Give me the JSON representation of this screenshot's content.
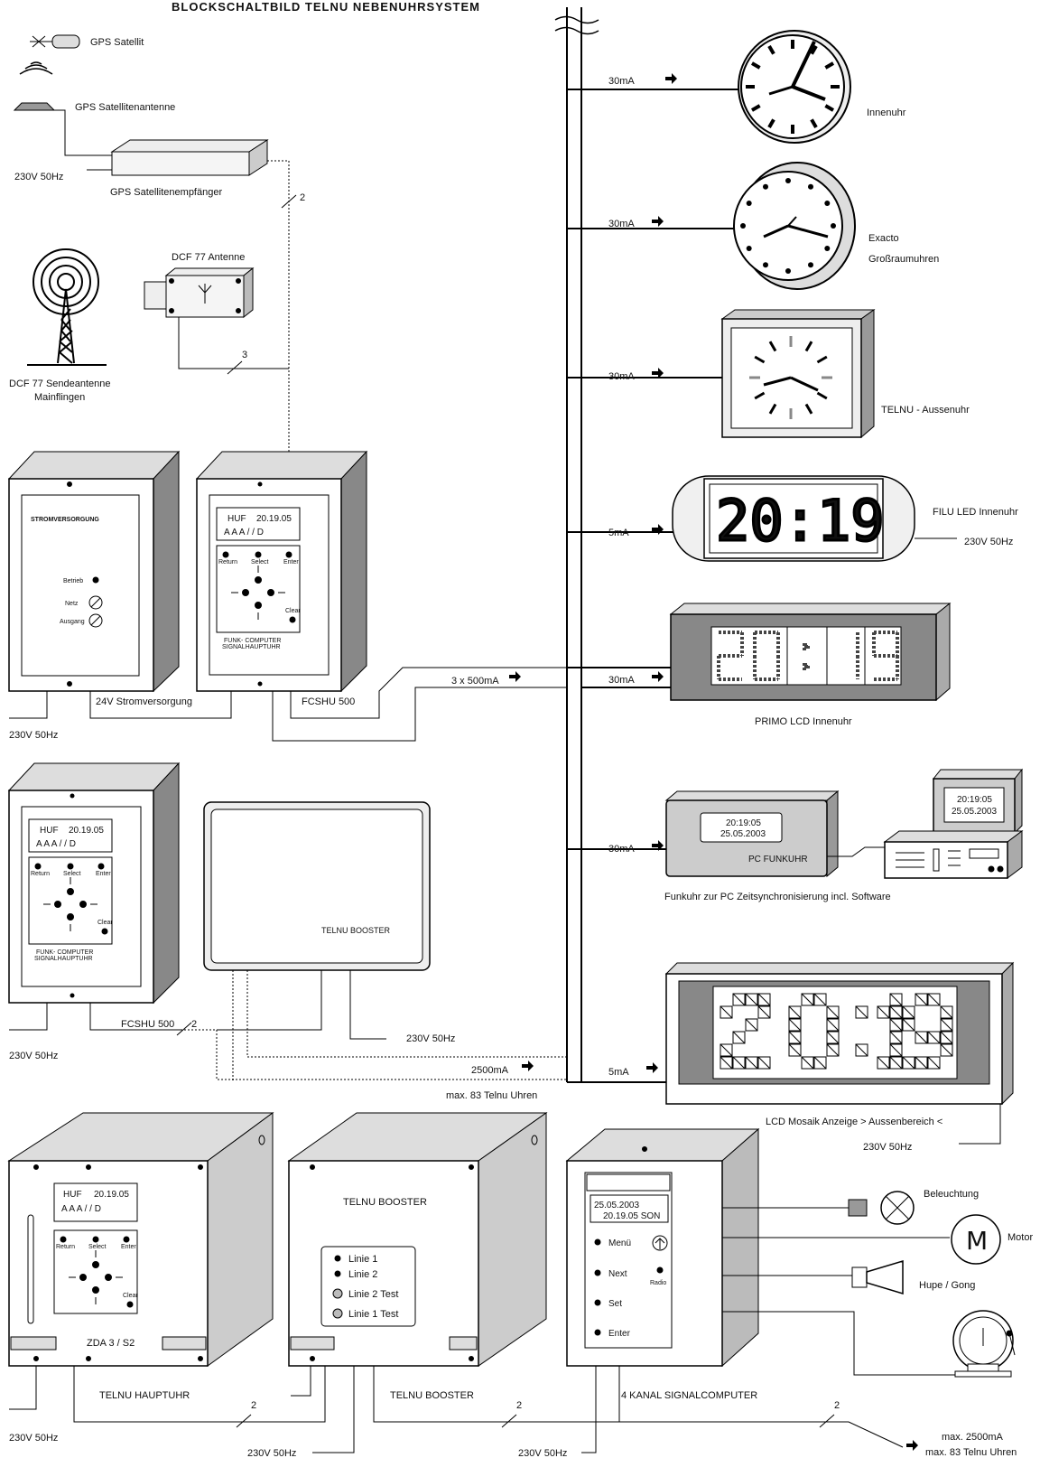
{
  "title": "BLOCKSCHALTBILD  TELNU  NEBENUHRSYSTEM",
  "labels": {
    "gps_satellit": "GPS Satellit",
    "gps_antenne": "GPS Satellitenantenne",
    "gps_empfaenger": "GPS Satellitenempfänger",
    "v230_1": "230V 50Hz",
    "dcf_antenne": "DCF 77  Antenne",
    "dcf_sende_1": "DCF 77 Sendeantenne",
    "dcf_sende_2": "Mainflingen",
    "wire_2": "2",
    "wire_3": "3",
    "innenuhr": "Innenuhr",
    "exacto": "Exacto",
    "grossraum": "Großraumuhren",
    "aussenuhr": "TELNU - Aussenuhr",
    "filu": "FILU LED Innenuhr",
    "filu_230": "230V 50Hz",
    "primo": "PRIMO LCD Innenuhr",
    "pc_funkuhr": "PC FUNKUHR",
    "funkuhr_pc": "Funkuhr zur PC Zeitsynchronisierung incl. Software",
    "lcd_mosaik": "LCD Mosaik Anzeige > Aussenbereich <",
    "lcd_230": "230V 50Hz",
    "strom_title": "STROMVERSORGUNG",
    "betrieb": "Betrieb",
    "netz": "Netz",
    "ausgang": "Ausgang",
    "stromv": "24V Stromversorgung",
    "fcshu1": "FCSHU 500",
    "v230_2": "230V 50Hz",
    "fcshu2": "FCSHU 500",
    "wire_2b": "2",
    "booster_small": "TELNU BOOSTER",
    "v230_3": "230V 50Hz",
    "v230_4": "230V 50Hz",
    "max83": "max. 83 Telnu Uhren",
    "ma30_1": "30mA",
    "ma30_2": "30mA",
    "ma30_3": "30mA",
    "ma5_1": "5mA",
    "ma30_4": "30mA",
    "ma30_5": "30mA",
    "ma5_2": "5mA",
    "ma3x500": "3 x 500mA",
    "ma2500": "2500mA",
    "huf": "HUF",
    "time_huf": "20.19.05",
    "aaa": "A A A  /  /  D",
    "return": "Return",
    "select": "Select",
    "enter": "Enter",
    "clear": "Clear",
    "funk1": "FUNK- COMPUTER",
    "funk2": "SIGNALHAUPTUHR",
    "zda": "ZDA 3 / S2",
    "booster_big": "TELNU  BOOSTER",
    "linie1": "Linie 1",
    "linie2": "Linie 2",
    "linie2t": "Linie 2 Test",
    "linie1t": "Linie 1 Test",
    "sc_date": "25.05.2003",
    "sc_time": "20.19.05 SON",
    "menu": "Menü",
    "next": "Next",
    "set": "Set",
    "enter2": "Enter",
    "radio": "Radio",
    "beleuchtung": "Beleuchtung",
    "motor": "Motor",
    "hupe": "Hupe / Gong",
    "hauptuhr": "TELNU  HAUPTUHR",
    "booster_lbl": "TELNU  BOOSTER",
    "signalcomp": "4 KANAL SIGNALCOMPUTER",
    "w2a": "2",
    "w2b": "2",
    "w2c": "2",
    "v230_5": "230V 50Hz",
    "v230_6": "230V 50Hz",
    "v230_7": "230V 50Hz",
    "max2500": "max. 2500mA",
    "max83b": "max. 83 Telnu Uhren",
    "pc_time": "20:19:05",
    "pc_date": "25.05.2003",
    "led_digits": "20:19",
    "m_letter": "M"
  }
}
